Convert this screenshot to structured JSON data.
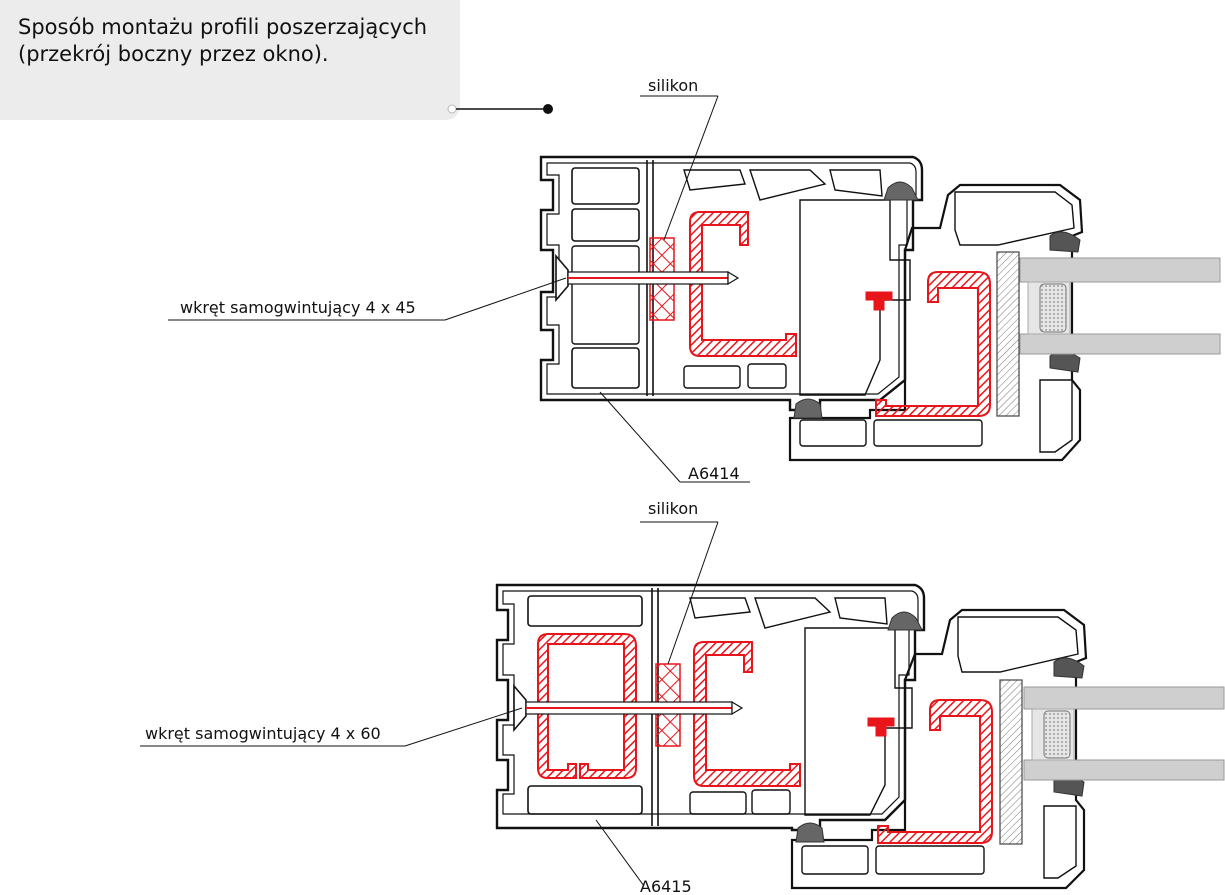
{
  "title": {
    "line1": "Sposób montażu profili poszerzających",
    "line2": "(przekrój boczny przez okno)."
  },
  "sections": [
    {
      "silicone_label": "silikon",
      "screw_label": "wkręt samogwintujący 4 x 45",
      "profile_label": "A6414"
    },
    {
      "silicone_label": "silikon",
      "screw_label": "wkręt samogwintujący 4 x 60",
      "profile_label": "A6415"
    }
  ],
  "colors": {
    "steel_reinforcement": "#e8151b",
    "profile_outline": "#111111",
    "glazing": "#cfcfcf",
    "gasket": "#555555",
    "title_background": "#ececec"
  }
}
